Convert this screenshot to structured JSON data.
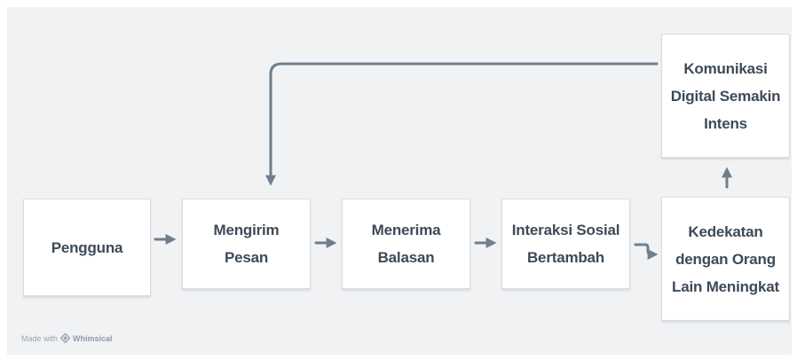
{
  "nodes": {
    "pengguna": "Pengguna",
    "mengirim_pesan": "Mengirim Pesan",
    "menerima_balasan": "Menerima Balasan",
    "interaksi_sosial": "Interaksi Sosial Bertambah",
    "kedekatan": "Kedekatan dengan Orang Lain Meningkat",
    "komunikasi_digital": "Komunikasi Digital Semakin Intens"
  },
  "edges": [
    {
      "from": "Pengguna",
      "to": "Mengirim Pesan"
    },
    {
      "from": "Mengirim Pesan",
      "to": "Menerima Balasan"
    },
    {
      "from": "Menerima Balasan",
      "to": "Interaksi Sosial Bertambah"
    },
    {
      "from": "Interaksi Sosial Bertambah",
      "to": "Kedekatan dengan Orang Lain Meningkat"
    },
    {
      "from": "Kedekatan dengan Orang Lain Meningkat",
      "to": "Komunikasi Digital Semakin Intens"
    },
    {
      "from": "Komunikasi Digital Semakin Intens",
      "to": "Mengirim Pesan"
    }
  ],
  "watermark": {
    "prefix": "Made with",
    "brand": "Whimsical",
    "icon": "whimsical-logo-icon"
  },
  "colors": {
    "background": "#f0f2f4",
    "node_fill": "#ffffff",
    "text": "#3e4a57",
    "connector": "#6f7e8c"
  }
}
